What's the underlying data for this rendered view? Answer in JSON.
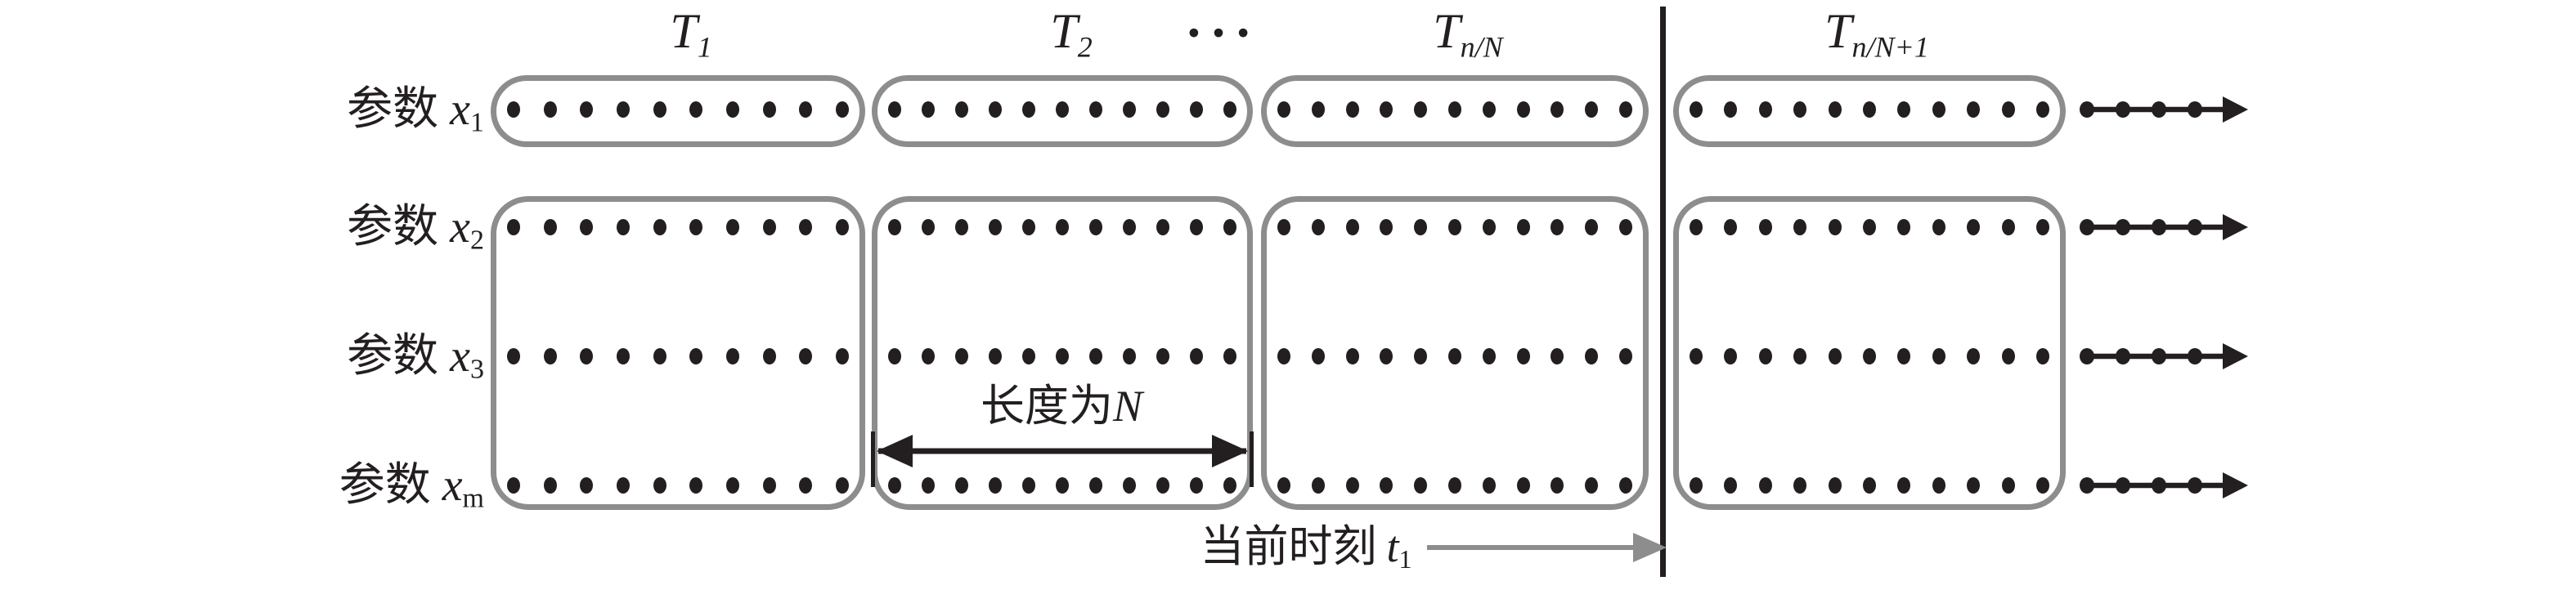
{
  "diagram": {
    "windows": [
      {
        "label_var": "T",
        "label_sub": "1"
      },
      {
        "label_var": "T",
        "label_sub": "2"
      },
      {
        "label_var": "T",
        "label_sub": "n/N"
      },
      {
        "label_var": "T",
        "label_sub": "n/N+1"
      }
    ],
    "ellipsis": "…",
    "rows": [
      {
        "label_text": "参数",
        "label_var": "x",
        "label_sub": "1"
      },
      {
        "label_text": "参数",
        "label_var": "x",
        "label_sub": "2"
      },
      {
        "label_text": "参数",
        "label_var": "x",
        "label_sub": "3"
      },
      {
        "label_text": "参数",
        "label_var": "x",
        "label_sub": "m"
      }
    ],
    "annotations": {
      "window_length": {
        "text": "长度为",
        "var": "N"
      },
      "current_time": {
        "text": "当前时刻",
        "var": "t",
        "sub": "1"
      }
    },
    "dots": {
      "per_window_by_column": [
        10,
        11,
        11,
        11
      ],
      "trail_dots_per_row": 4
    },
    "colors": {
      "ink": "#231f20",
      "container_gray": "#8d8d8d"
    }
  }
}
